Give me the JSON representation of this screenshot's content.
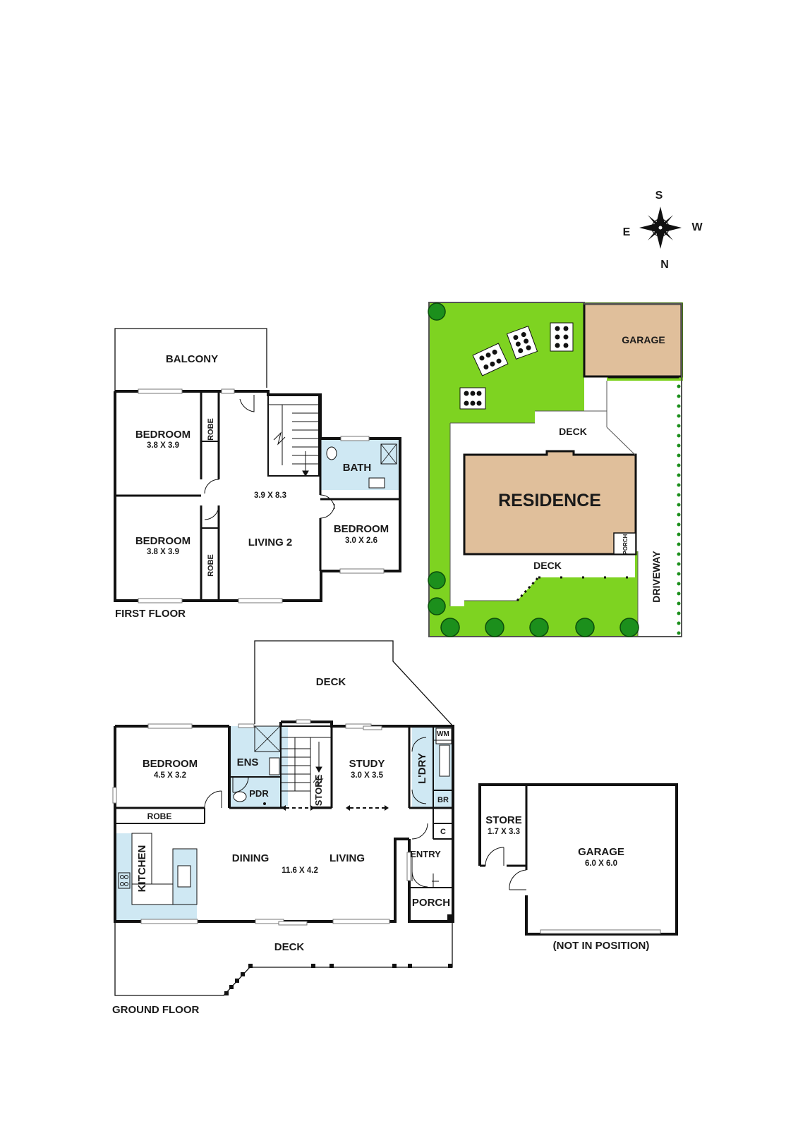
{
  "compass": {
    "n": "N",
    "s": "S",
    "e": "E",
    "w": "W"
  },
  "colors": {
    "wet_area": "#cfe8f3",
    "lawn": "#7ed321",
    "building": "#e0bf9b",
    "tree": "#1c8f1c",
    "wall": "#111111"
  },
  "first_floor": {
    "caption": "FIRST FLOOR",
    "rooms": {
      "balcony": "BALCONY",
      "bedroom1": {
        "name": "BEDROOM",
        "size": "3.8 X 3.9"
      },
      "bedroom2": {
        "name": "BEDROOM",
        "size": "3.8 X 3.9"
      },
      "robe1": "ROBE",
      "robe2": "ROBE",
      "living2": {
        "name": "LIVING 2",
        "size": "3.9 X 8.3"
      },
      "bath": "BATH",
      "bedroom3": {
        "name": "BEDROOM",
        "size": "3.0 X 2.6"
      }
    }
  },
  "site_plan": {
    "garage": "GARAGE",
    "deck_top": "DECK",
    "residence": "RESIDENCE",
    "porch": "PORCH",
    "deck_bottom": "DECK",
    "driveway": "DRIVEWAY"
  },
  "ground_floor": {
    "caption": "GROUND FLOOR",
    "rooms": {
      "deck_top": "DECK",
      "bedroom": {
        "name": "BEDROOM",
        "size": "4.5 X 3.2"
      },
      "ens": "ENS",
      "pdr": "PDR",
      "store": "STORE",
      "study": {
        "name": "STUDY",
        "size": "3.0 X 3.5"
      },
      "ldry": "L'DRY",
      "wm": "WM",
      "br": "BR",
      "c": "C",
      "robe": "ROBE",
      "kitchen": "KITCHEN",
      "dining": "DINING",
      "living": "LIVING",
      "size": "11.6 X 4.2",
      "entry": "ENTRY",
      "porch": "PORCH",
      "deck_bottom": "DECK"
    }
  },
  "garage_plan": {
    "store": {
      "name": "STORE",
      "size": "1.7 X 3.3"
    },
    "garage": {
      "name": "GARAGE",
      "size": "6.0 X 6.0"
    },
    "note": "(NOT IN POSITION)"
  }
}
